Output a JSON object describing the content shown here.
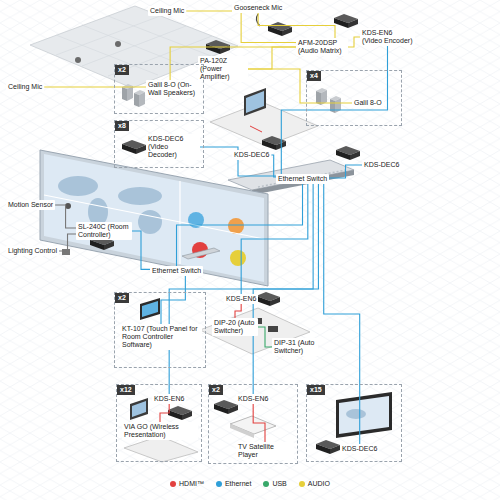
{
  "diagram": {
    "nodes": [
      {
        "text": [
          "Ceiling Mic"
        ]
      },
      {
        "text": [
          "Ceiling Mic"
        ]
      },
      {
        "text": [
          "Gooseneck Mic"
        ]
      },
      {
        "text": [
          "AFM-20DSP (Audio Matrix)"
        ]
      },
      {
        "text": [
          "PA-120Z (Power Amplifier)"
        ]
      },
      {
        "text": [
          "KDS-EN6 (Video Encoder)"
        ]
      },
      {
        "text": [
          "x2"
        ]
      },
      {
        "text": [
          "Galil 8-O (On-Wall Speakers)"
        ],
        "in": 6
      },
      {
        "text": [
          "x4"
        ]
      },
      {
        "text": [
          "Galil 8-O"
        ],
        "in": 8
      },
      {
        "text": [
          "x8"
        ]
      },
      {
        "text": [
          "KDS-DEC6 (Video Decoder)"
        ],
        "in": 10
      },
      {
        "text": [
          "KDS-DEC6"
        ]
      },
      {
        "text": [
          "KDS-DEC6"
        ]
      },
      {
        "text": [
          "Ethernet Switch"
        ]
      },
      {
        "text": [
          "Motion Sensor"
        ]
      },
      {
        "text": [
          "Lighting Control"
        ]
      },
      {
        "text": [
          "SL-240C (Room Controller)"
        ]
      },
      {
        "text": [
          "Ethernet Switch"
        ]
      },
      {
        "text": [
          "x2"
        ]
      },
      {
        "text": [
          "KT-107 (Touch Panel for Room Controller Software)"
        ],
        "in": 19
      },
      {
        "text": [
          "KDS-EN6"
        ]
      },
      {
        "text": [
          "DIP-20 (Auto Switcher)"
        ]
      },
      {
        "text": [
          "DIP-31 (Auto Switcher)"
        ]
      },
      {
        "text": [
          "x12"
        ]
      },
      {
        "text": [
          "KDS-EN6"
        ],
        "in": 24
      },
      {
        "text": [
          "VIA GO (Wireless Presentation)"
        ],
        "in": 24
      },
      {
        "text": [
          "x2"
        ]
      },
      {
        "text": [
          "KDS-EN6"
        ],
        "in": 27
      },
      {
        "text": [
          "TV Satellite Player"
        ],
        "in": 27
      },
      {
        "text": [
          "x15"
        ]
      },
      {
        "text": [
          "KDS-DEC6"
        ],
        "in": 30
      }
    ],
    "edges": [
      {
        "from": 0,
        "to": 3,
        "arrow": "none"
      },
      {
        "from": 1,
        "to": 3,
        "arrow": "none"
      },
      {
        "from": 2,
        "to": 3,
        "arrow": "none"
      },
      {
        "from": 3,
        "to": 4,
        "arrow": "none"
      },
      {
        "from": 4,
        "to": 7,
        "arrow": "none"
      },
      {
        "from": 4,
        "to": 9,
        "arrow": "none"
      },
      {
        "from": 3,
        "to": 5,
        "arrow": "none"
      },
      {
        "from": 5,
        "to": 14,
        "arrow": "none"
      },
      {
        "from": 11,
        "to": 14,
        "arrow": "none"
      },
      {
        "from": 12,
        "to": 14,
        "arrow": "none"
      },
      {
        "from": 13,
        "to": 14,
        "arrow": "none"
      },
      {
        "from": 15,
        "to": 17,
        "arrow": "none"
      },
      {
        "from": 16,
        "to": 17,
        "arrow": "none"
      },
      {
        "from": 17,
        "to": 18,
        "arrow": "none"
      },
      {
        "from": 18,
        "to": 14,
        "arrow": "none"
      },
      {
        "from": 20,
        "to": 18,
        "arrow": "none"
      },
      {
        "from": 21,
        "to": 14,
        "arrow": "none"
      },
      {
        "from": 22,
        "to": 21,
        "arrow": "none"
      },
      {
        "from": 23,
        "to": 22,
        "arrow": "none"
      },
      {
        "from": 25,
        "to": 14,
        "arrow": "none"
      },
      {
        "from": 26,
        "to": 25,
        "arrow": "none"
      },
      {
        "from": 28,
        "to": 14,
        "arrow": "none"
      },
      {
        "from": 29,
        "to": 28,
        "arrow": "none"
      },
      {
        "from": 31,
        "to": 14,
        "arrow": "none"
      }
    ],
    "legend": [
      {
        "text": "HDMI™",
        "color": "#e2403f"
      },
      {
        "text": "Ethernet",
        "color": "#2f9fd8"
      },
      {
        "text": "USB",
        "color": "#38a86a"
      },
      {
        "text": "AUDIO",
        "color": "#e6cf3a"
      }
    ]
  }
}
